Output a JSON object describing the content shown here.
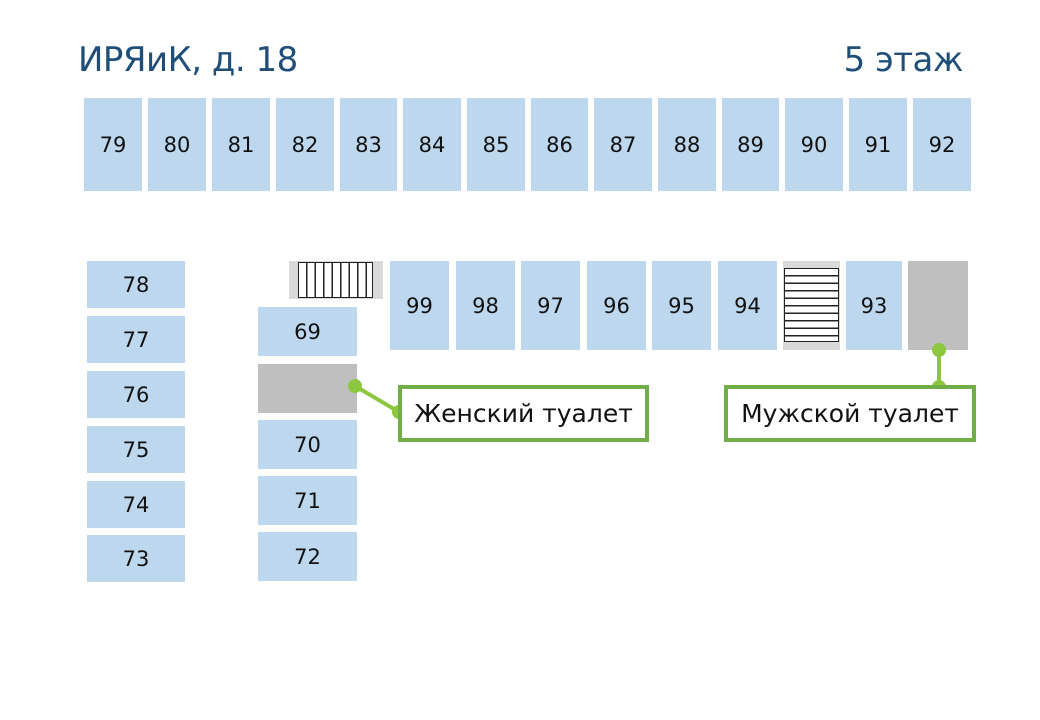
{
  "header": {
    "building": "ИРЯиК, д. 18",
    "floor": "5 этаж"
  },
  "rooms": {
    "r79": "79",
    "r80": "80",
    "r81": "81",
    "r82": "82",
    "r83": "83",
    "r84": "84",
    "r85": "85",
    "r86": "86",
    "r87": "87",
    "r88": "88",
    "r89": "89",
    "r90": "90",
    "r91": "91",
    "r92": "92",
    "r99": "99",
    "r98": "98",
    "r97": "97",
    "r96": "96",
    "r95": "95",
    "r94": "94",
    "r93": "93",
    "r78": "78",
    "r77": "77",
    "r76": "76",
    "r75": "75",
    "r74": "74",
    "r73": "73",
    "r69": "69",
    "r70": "70",
    "r71": "71",
    "r72": "72"
  },
  "labels": {
    "womens_toilet": "Женский туалет",
    "mens_toilet": "Мужской туалет"
  },
  "colors": {
    "room": "#bdd7ee",
    "toilet": "#bfbfbf",
    "title": "#1f4e79",
    "callout_border": "#70ad47",
    "connector": "#8dc63f"
  }
}
